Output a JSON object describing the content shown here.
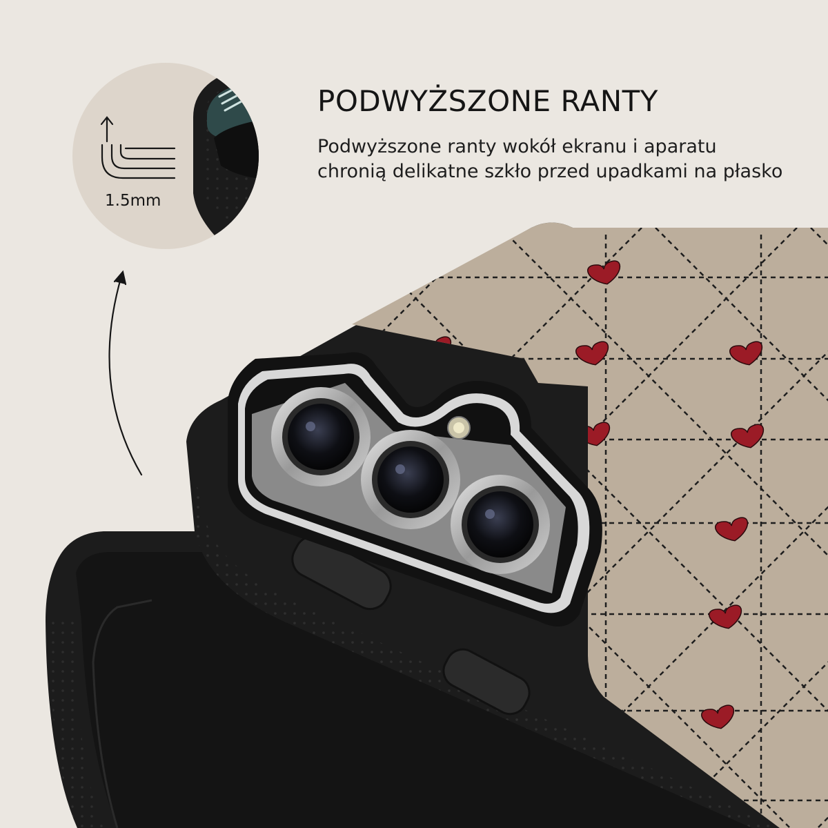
{
  "feature": {
    "title": "PODWYŻSZONE RANTY",
    "description_lines": [
      "Podwyższone ranty wokół ekranu i aparatu",
      "chronią delikatne szkło przed upadkami na płasko"
    ]
  },
  "callout": {
    "measurement": "1.5mm",
    "icon": "raised-edge-profile-icon"
  },
  "product": {
    "case_color": "#1d1d1d",
    "back_color": "#bcae9c",
    "heart_color": "#9b1b26",
    "pattern": "dashed diamond grid with hearts"
  },
  "colors": {
    "background": "#ebe7e1",
    "text": "#151515"
  }
}
